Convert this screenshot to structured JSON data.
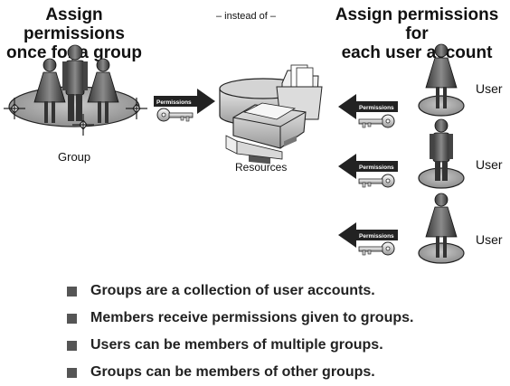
{
  "headings": {
    "left_line1": "Assign permissions",
    "left_line2": "once for a group",
    "middle": "– instead of –",
    "right_line1": "Assign  permissions for",
    "right_line2": "each user account"
  },
  "labels": {
    "group": "Group",
    "resources": "Resources",
    "permissions_tag": "Permissions",
    "users": [
      "User",
      "User",
      "User"
    ]
  },
  "bullets": [
    "Groups are a collection of user accounts.",
    "Members receive permissions given to groups.",
    "Users can be members of multiple groups.",
    "Groups can be members of other groups."
  ]
}
